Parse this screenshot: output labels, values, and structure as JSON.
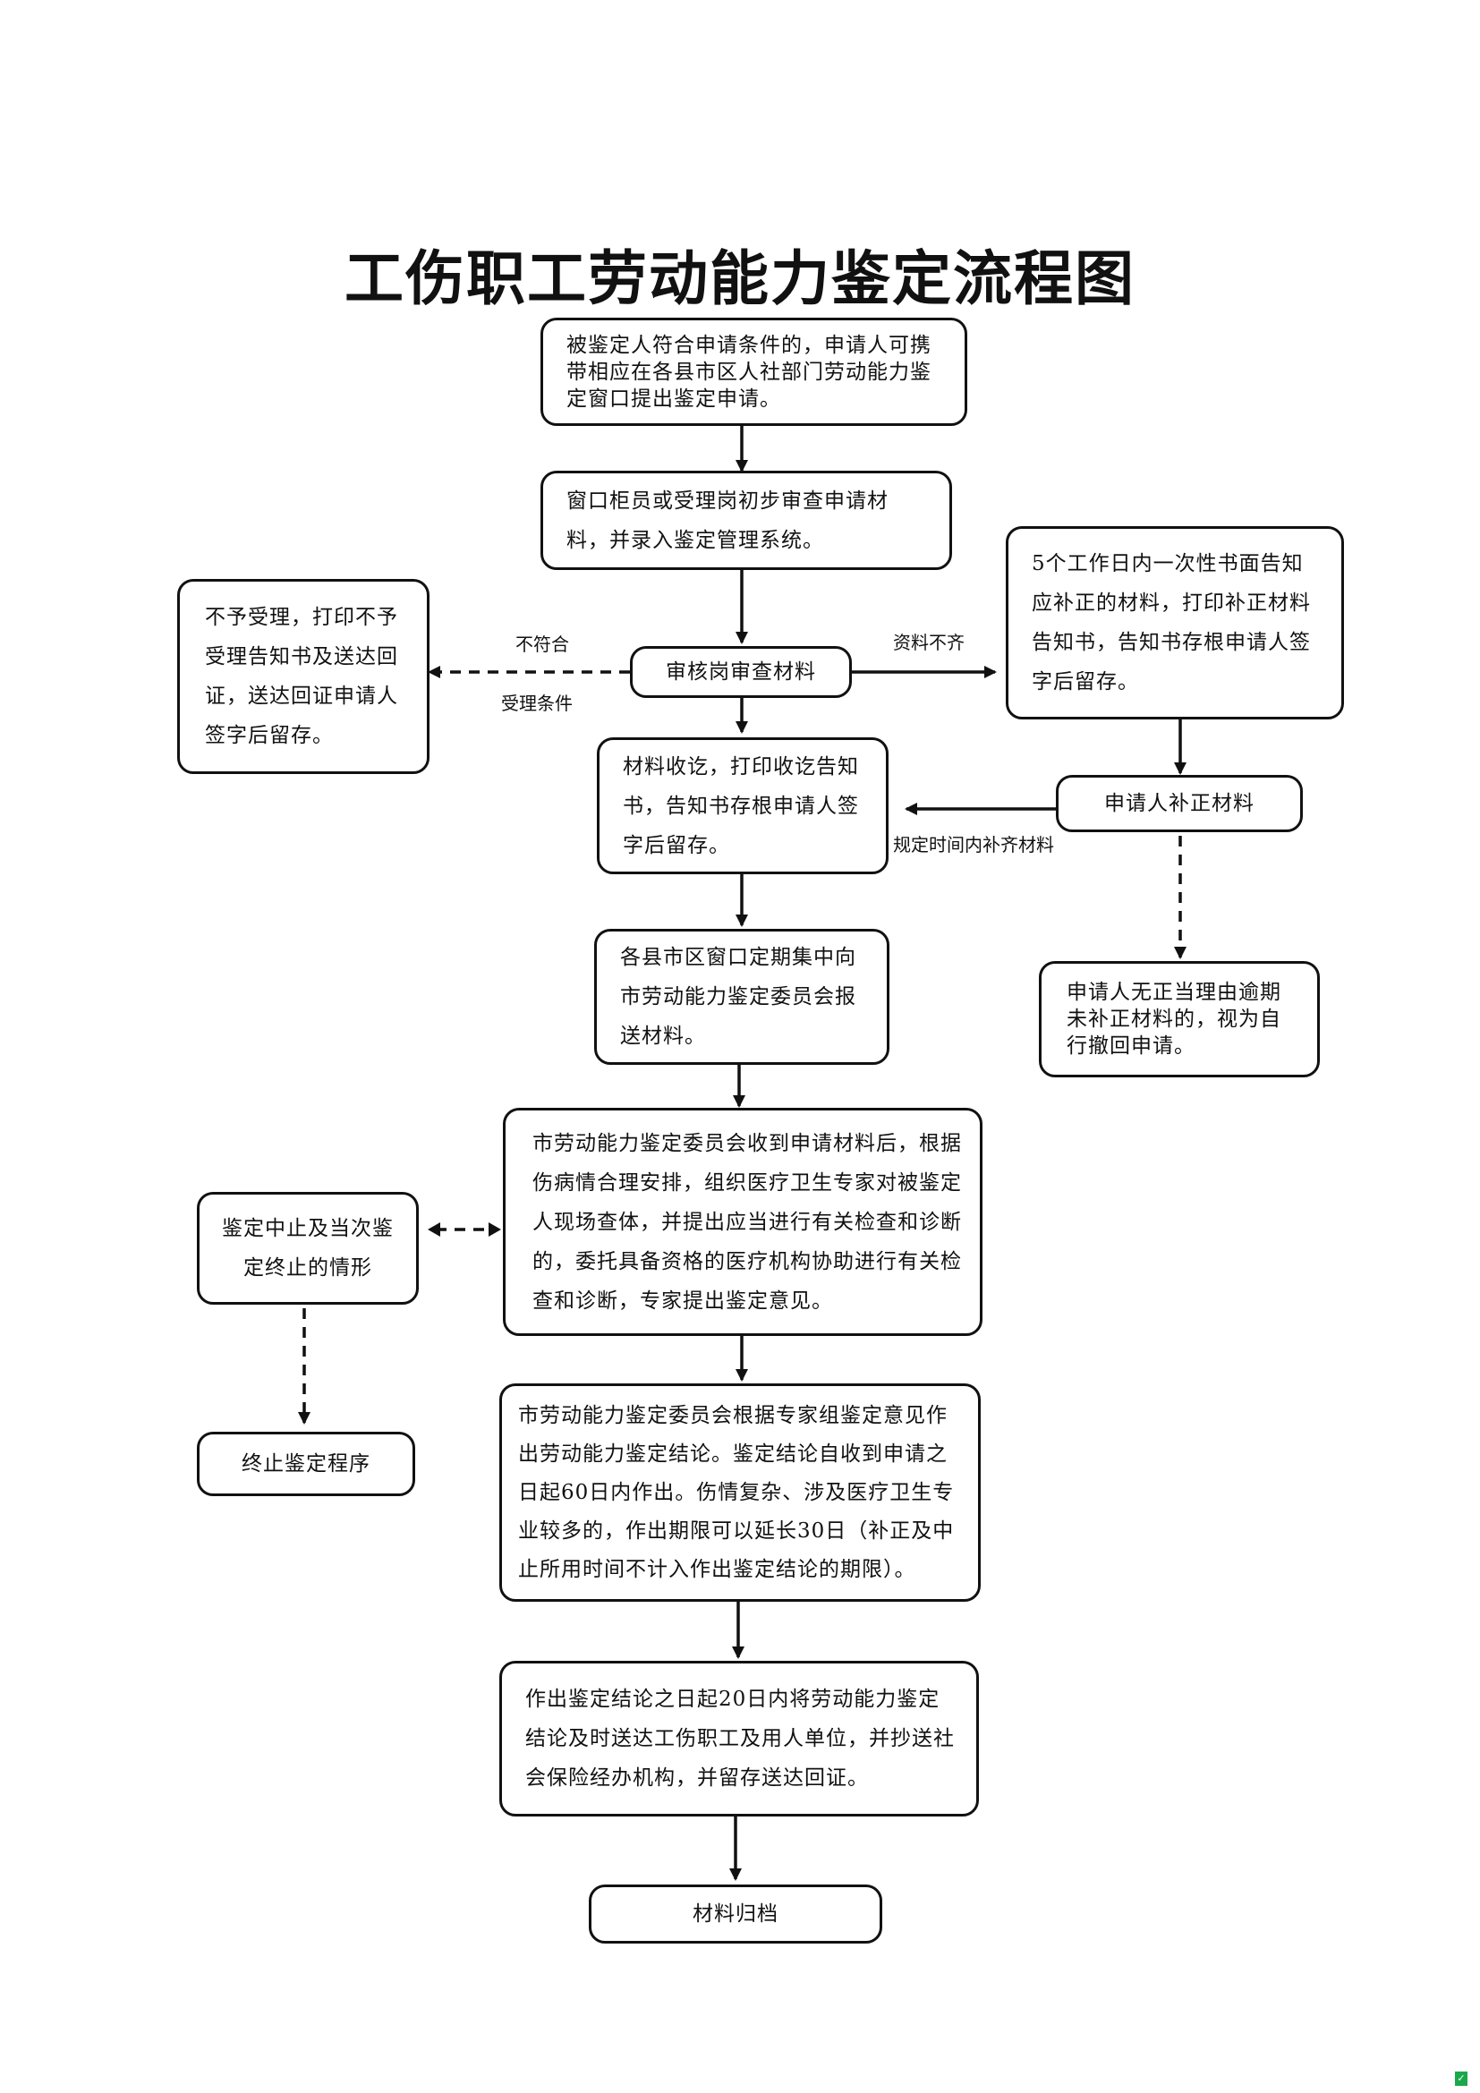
{
  "title": "工伤职工劳动能力鉴定流程图",
  "boxes": {
    "b1": "被鉴定人符合申请条件的，申请人可携带相应在各县市区人社部门劳动能力鉴定窗口提出鉴定申请。",
    "b2": "窗口柜员或受理岗初步审查申请材料，并录入鉴定管理系统。",
    "b3": "审核岗审查材料",
    "b4": "不予受理，打印不予受理告知书及送达回证，送达回证申请人签字后留存。",
    "b5": "5个工作日内一次性书面告知应补正的材料，打印补正材料告知书，告知书存根申请人签字后留存。",
    "b6": "材料收讫，打印收讫告知书，告知书存根申请人签字后留存。",
    "b7": "申请人补正材料",
    "b8": "申请人无正当理由逾期未补正材料的，视为自行撤回申请。",
    "b9": "各县市区窗口定期集中向市劳动能力鉴定委员会报送材料。",
    "b10": "市劳动能力鉴定委员会收到申请材料后，根据伤病情合理安排，组织医疗卫生专家对被鉴定人现场查体，并提出应当进行有关检查和诊断的，委托具备资格的医疗机构协助进行有关检查和诊断，专家提出鉴定意见。",
    "b11": "鉴定中止及当次鉴定终止的情形",
    "b12": "终止鉴定程序",
    "b13": "市劳动能力鉴定委员会根据专家组鉴定意见作出劳动能力鉴定结论。鉴定结论自收到申请之日起60日内作出。伤情复杂、涉及医疗卫生专业较多的，作出期限可以延长30日（补正及中止所用时间不计入作出鉴定结论的期限）。",
    "b14": "作出鉴定结论之日起20日内将劳动能力鉴定结论及时送达工伤职工及用人单位，并抄送社会保险经办机构，并留存送达回证。",
    "b15": "材料归档"
  },
  "labels": {
    "not_meet_1": "不符合",
    "not_meet_2": "受理条件",
    "incomplete": "资料不齐",
    "within_time": "规定时间内补齐材料"
  }
}
